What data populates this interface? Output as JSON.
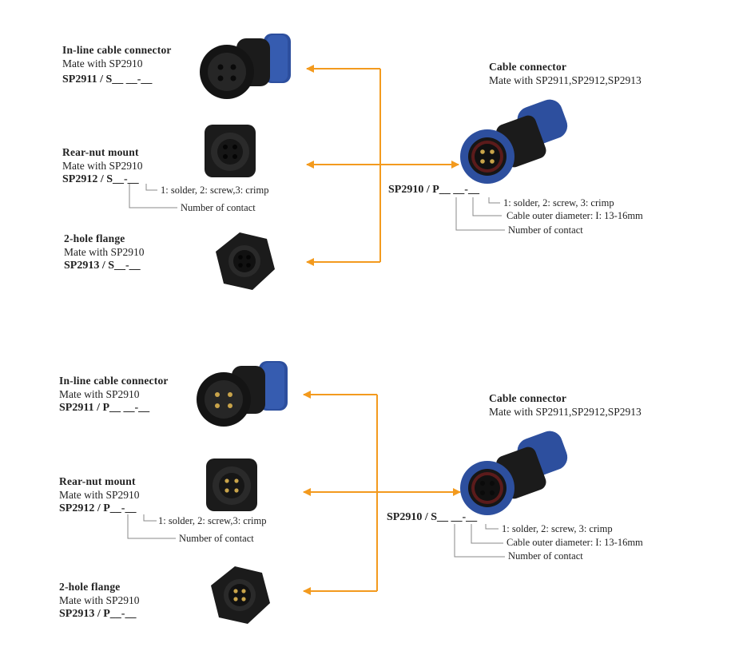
{
  "top": {
    "inline": {
      "title": "In-line cable connector",
      "mate": "Mate with  SP2910",
      "code": "SP2911 / S__  __-__"
    },
    "rearnut": {
      "title": "Rear-nut mount",
      "mate": "Mate with  SP2910",
      "code": "SP2912 / S__-__",
      "note1": "1: solder, 2: screw,3: crimp",
      "note2": "Number of contact"
    },
    "flange": {
      "title": "2-hole flange",
      "mate": "Mate with  SP2910",
      "code": "SP2913 / S__-__"
    },
    "cable": {
      "title": "Cable connector",
      "mate": "Mate with  SP2911,SP2912,SP2913",
      "code": "SP2910 / P__  __-__",
      "note1": "1: solder, 2: screw, 3: crimp",
      "note2": "Cable outer  diameter: I: 13-16mm",
      "note3": "Number of contact"
    }
  },
  "bottom": {
    "inline": {
      "title": "In-line cable connector",
      "mate": "Mate with  SP2910",
      "code": "SP2911 / P__  __-__"
    },
    "rearnut": {
      "title": "Rear-nut mount",
      "mate": "Mate with  SP2910",
      "code": "SP2912 / P__-__",
      "note1": "1: solder, 2: screw,3: crimp",
      "note2": "Number of contact"
    },
    "flange": {
      "title": "2-hole flange",
      "mate": "Mate with  SP2910",
      "code": "SP2913 / P__-__"
    },
    "cable": {
      "title": "Cable connector",
      "mate": "Mate with  SP2911,SP2912,SP2913",
      "code": "SP2910 / S__  __-__",
      "note1": "1: solder, 2: screw, 3: crimp",
      "note2": "Cable outer  diameter: I: 13-16mm",
      "note3": "Number of contact"
    }
  },
  "colors": {
    "arrow": "#f39a1e",
    "body": "#1b1b1b",
    "nut": "#2d4f9e",
    "line": "#888888"
  }
}
